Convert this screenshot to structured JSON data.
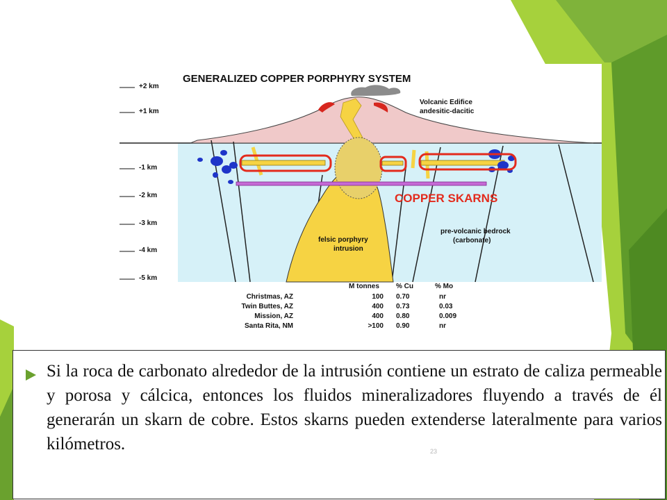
{
  "theme": {
    "accent": "#6aa12e",
    "accent_light": "#a6d13c",
    "skarn_red": "#e32b1d"
  },
  "figure": {
    "title": "GENERALIZED COPPER PORPHYRY SYSTEM",
    "depth_labels": [
      "+2 km",
      "+1 km",
      "-1 km",
      "-2 km",
      "-3 km",
      "-4 km",
      "-5 km"
    ],
    "volcanic_label_1": "Volcanic Edifice",
    "volcanic_label_2": "andesitic-dacitic",
    "skarn_label": "COPPER SKARNS",
    "bedrock_label_1": "pre-volcanic bedrock",
    "bedrock_label_2": "(carbonate)",
    "intrusion_label_1": "felsic porphyry",
    "intrusion_label_2": "intrusion",
    "table": {
      "headers": [
        "M tonnes",
        "% Cu",
        "% Mo"
      ],
      "rows": [
        {
          "name": "Christmas, AZ",
          "tonnes": "100",
          "cu": "0.70",
          "mo": "nr"
        },
        {
          "name": "Twin Buttes, AZ",
          "tonnes": "400",
          "cu": "0.73",
          "mo": "0.03"
        },
        {
          "name": "Mission, AZ",
          "tonnes": "400",
          "cu": "0.80",
          "mo": "0.009"
        },
        {
          "name": "Santa Rita, NM",
          "tonnes": ">100",
          "cu": "0.90",
          "mo": "nr"
        }
      ]
    }
  },
  "body_text": "Si la roca de carbonato alrededor de la intrusión contiene un estrato de caliza permeable y porosa y cálcica, entonces los fluidos mineralizadores fluyendo a través de él generarán un skarn de cobre.  Estos skarns  pueden extenderse lateralmente para varios kilómetros.",
  "slide_number": "23"
}
